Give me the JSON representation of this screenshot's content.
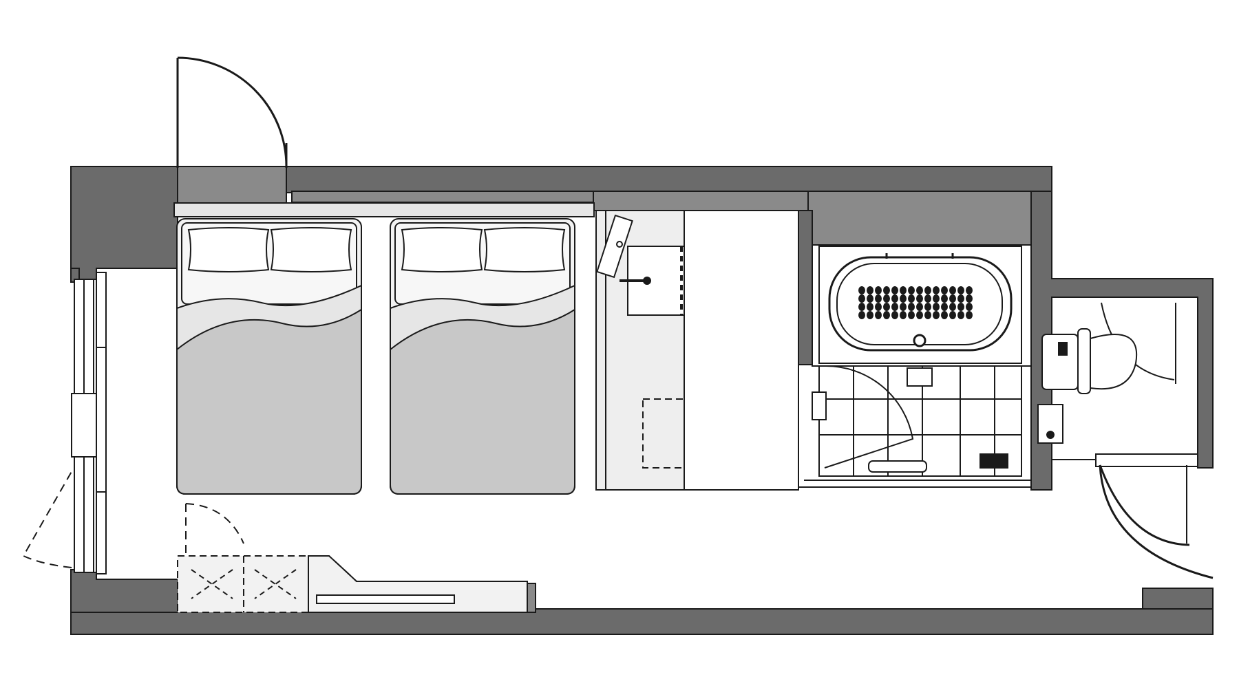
{
  "figure": {
    "type": "floor-plan",
    "subject": "hotel-twin-room",
    "text_labels": []
  },
  "colors": {
    "wall": "#6b6b6b",
    "wall_light": "#8a8a8a",
    "furniture_fill": "#f2f2f2",
    "bed_cover": "#c8c8c8",
    "bed_fold": "#e6e6e6",
    "floor": "#ffffff",
    "line": "#1a1a1a"
  },
  "elements": {
    "entry_door": "entry-door",
    "window": "window",
    "beds": [
      "bed-left",
      "bed-right"
    ],
    "desk": "desk",
    "bathtub": "bathtub",
    "shower_area": "shower-area",
    "toilet": "toilet",
    "closet": "closet",
    "luggage_rack": "luggage-rack"
  }
}
